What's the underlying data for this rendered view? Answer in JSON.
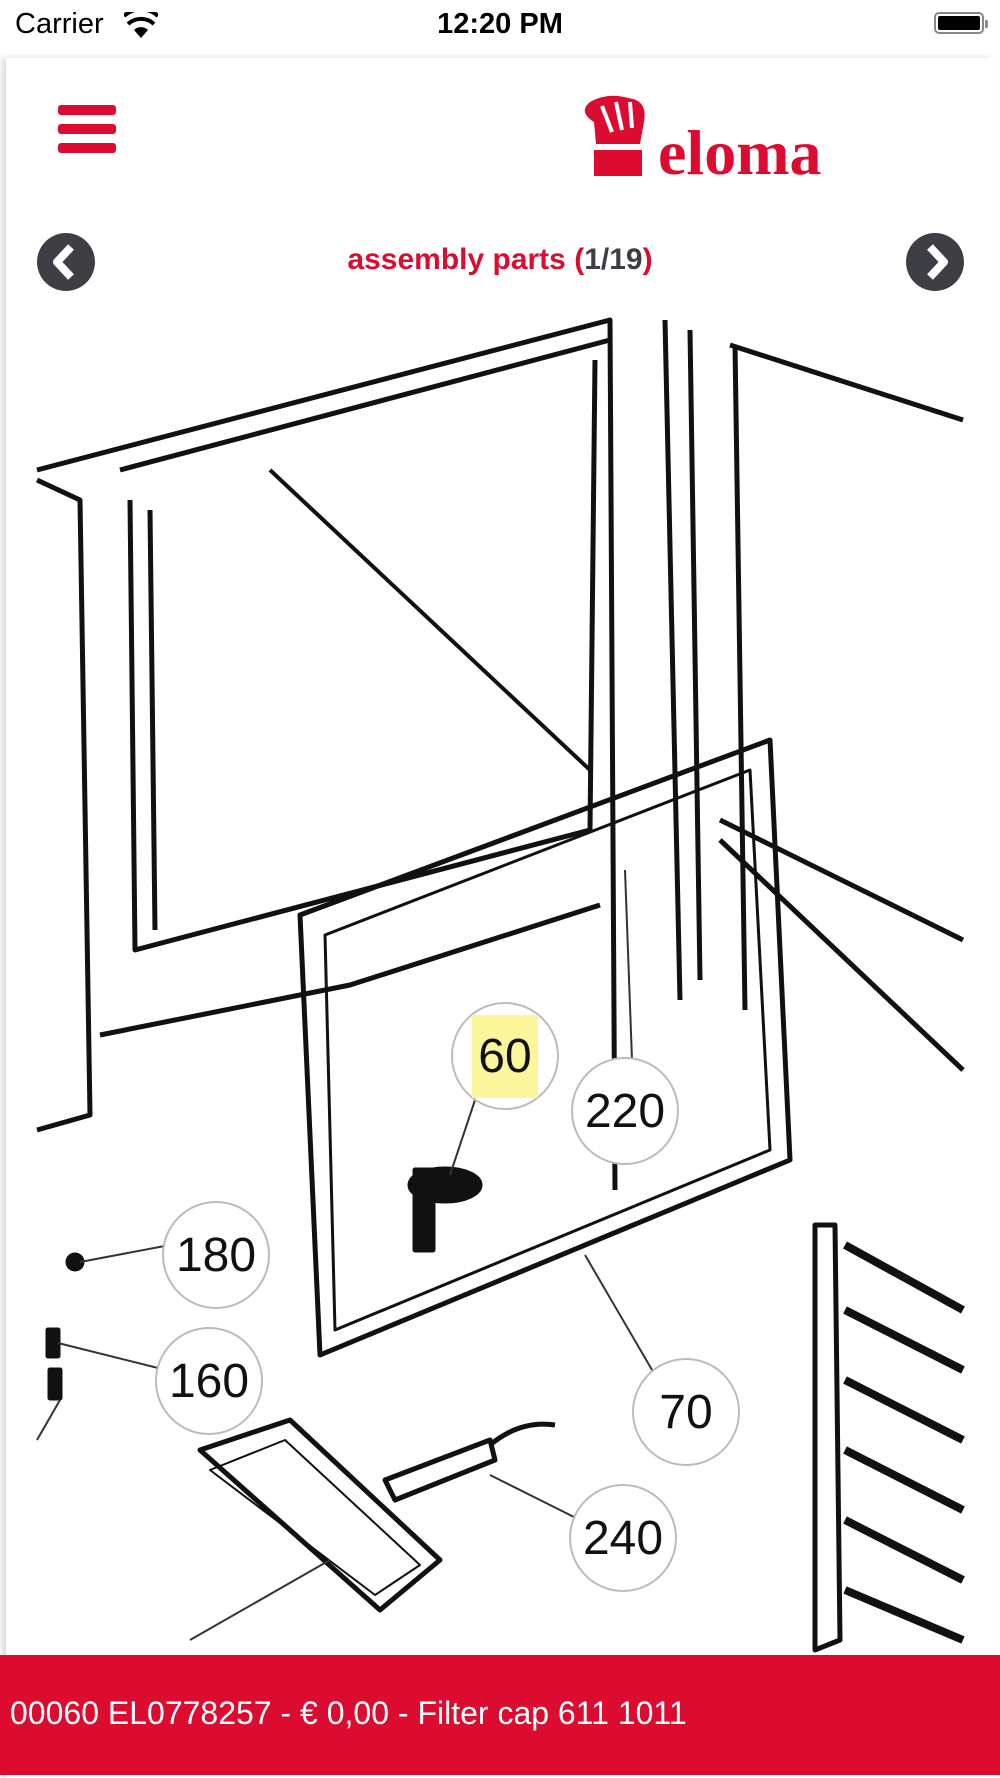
{
  "status_bar": {
    "carrier": "Carrier",
    "time": "12:20 PM"
  },
  "header": {
    "logo_text": "eloma",
    "menu_icon": "hamburger-icon"
  },
  "nav": {
    "title": "assembly parts",
    "open_paren": "(",
    "counter": "1/19",
    "close_paren": ")",
    "prev_icon": "chevron-left-icon",
    "next_icon": "chevron-right-icon"
  },
  "diagram": {
    "callouts": [
      "60",
      "220",
      "180",
      "160",
      "70",
      "240"
    ],
    "highlighted": "60"
  },
  "selected_part": {
    "text": "00060 EL0778257 - € 0,00 - Filter cap 611 1011"
  },
  "colors": {
    "brand": "#dc0c30",
    "nav_button": "#3e3f44",
    "highlight": "#fbf59c"
  }
}
